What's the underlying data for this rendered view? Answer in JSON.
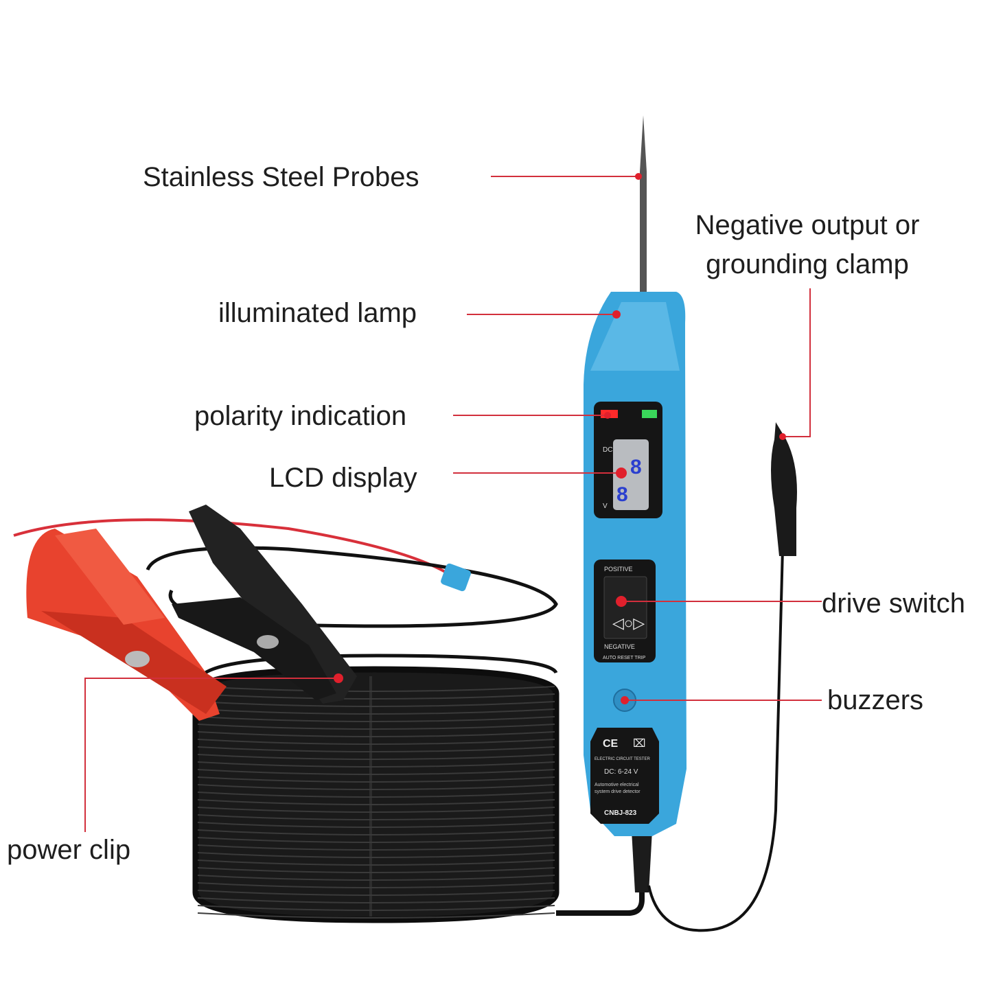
{
  "callouts": {
    "probes": "Stainless Steel Probes",
    "negative_line1": "Negative output or",
    "negative_line2": "grounding clamp",
    "lamp": "illuminated lamp",
    "polarity": "polarity indication",
    "lcd": "LCD display",
    "switch": "drive switch",
    "buzzers": "buzzers",
    "power_clip": "power clip"
  },
  "device": {
    "switch_top": "POSITIVE",
    "switch_bottom": "NEGATIVE",
    "switch_note": "AUTO RESET TRIP",
    "lcd_unit_top": "DC",
    "lcd_unit_bottom": "V",
    "ce_mark": "CE",
    "product_name": "ELECTRIC CIRCUIT TESTER",
    "voltage": "DC: 6-24 V",
    "desc_line1": "Automotive electrical",
    "desc_line2": "system drive detector",
    "model": "CNBJ-823"
  },
  "colors": {
    "callout_line": "#d22f3c",
    "body": "#3aa6dc",
    "red_clip": "#e8432e",
    "black": "#151515"
  }
}
